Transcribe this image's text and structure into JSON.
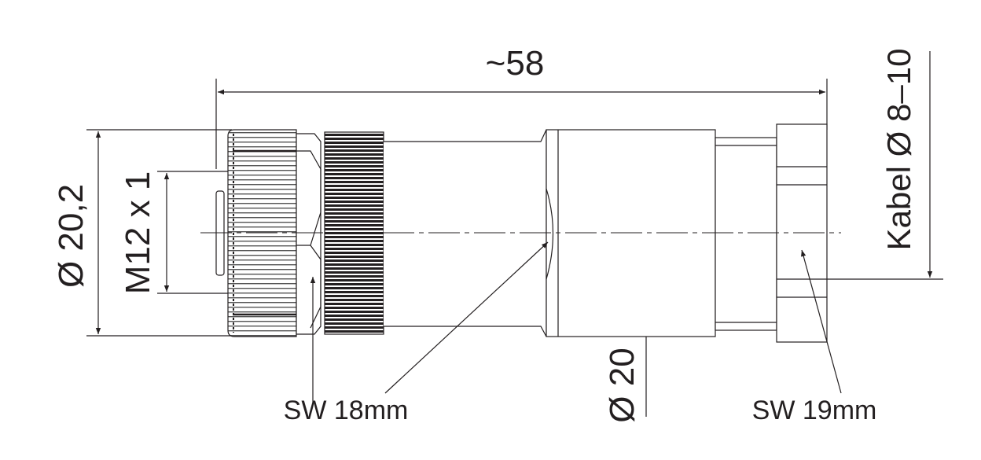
{
  "drawing": {
    "overall_length": "~58",
    "outer_diameter_nut": "Ø 20,2",
    "thread": "M12 x 1",
    "wrench_size_1": "SW 18mm",
    "body_diameter": "Ø 20",
    "wrench_size_2": "SW 19mm",
    "cable_diameter": "Kabel Ø 8–10"
  },
  "colors": {
    "line": "#231f20"
  }
}
